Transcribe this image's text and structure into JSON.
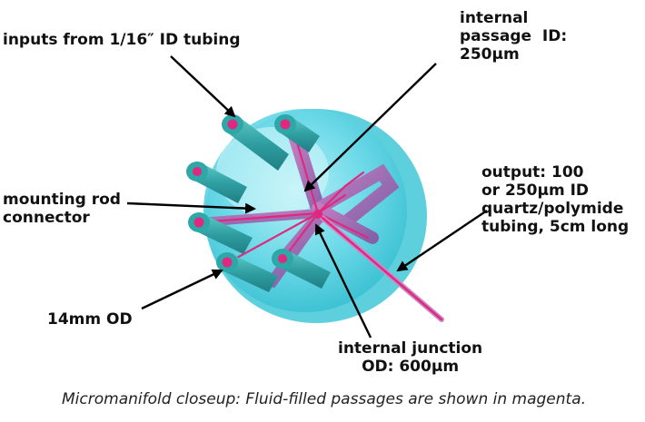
{
  "labels": {
    "inputs": "inputs from 1/16″ ID tubing",
    "internal_passage": "internal\npassage  ID:\n250µm",
    "mounting_rod": "mounting rod\nconnector",
    "output": "output: 100\nor 250µm ID\nquartz/polymide\ntubing, 5cm long",
    "od": "14mm OD",
    "junction": "internal junction\nOD: 600µm"
  },
  "caption": "Micromanifold closeup: Fluid-filled passages are shown in magenta.",
  "colors": {
    "body_cyan": "#5fd8e8",
    "tube_teal": "#2ea7a8",
    "fluid_magenta": "#e0287f",
    "arrow": "#000000"
  }
}
